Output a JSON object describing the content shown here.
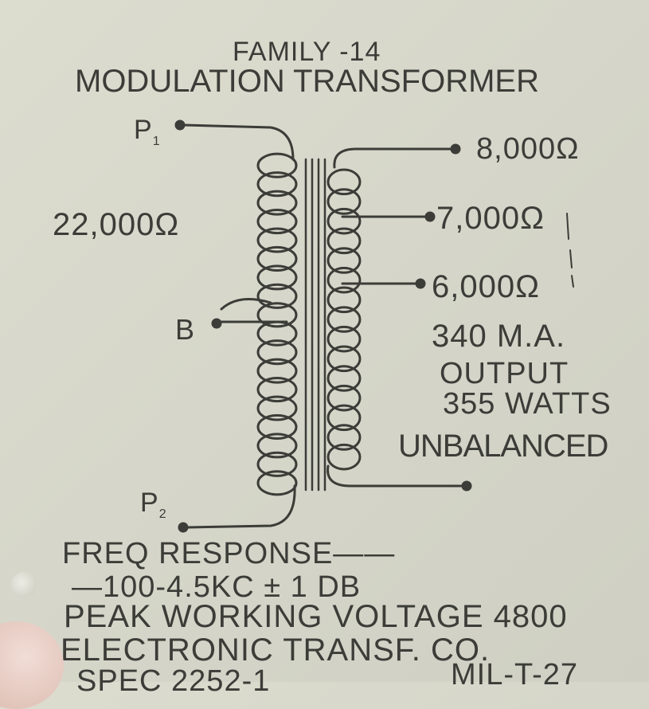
{
  "title": {
    "line1": "FAMILY -14",
    "line2": "MODULATION TRANSFORMER"
  },
  "primary": {
    "terminal_top": "P",
    "terminal_top_sub": "1",
    "terminal_bottom": "P",
    "terminal_bottom_sub": "2",
    "center_tap": "B",
    "impedance": "22,000Ω"
  },
  "secondary": {
    "taps": [
      "8,000Ω",
      "7,000Ω",
      "6,000Ω"
    ]
  },
  "specs": {
    "current": "340 M.A.",
    "output_label": "OUTPUT",
    "output_power": "355 WATTS",
    "configuration": "UNBALANCED",
    "freq_response_label": "FREQ RESPONSE——",
    "freq_response_value": "—100-4.5KC ± 1 DB",
    "peak_voltage": "PEAK WORKING VOLTAGE 4800",
    "manufacturer": "ELECTRONIC TRANSF. CO.",
    "spec_partial": "SPEC 2252-1",
    "mil_partial": "MIL-T-27"
  },
  "colors": {
    "ink": "#3c3c38",
    "plate": "#d6d7ca"
  }
}
